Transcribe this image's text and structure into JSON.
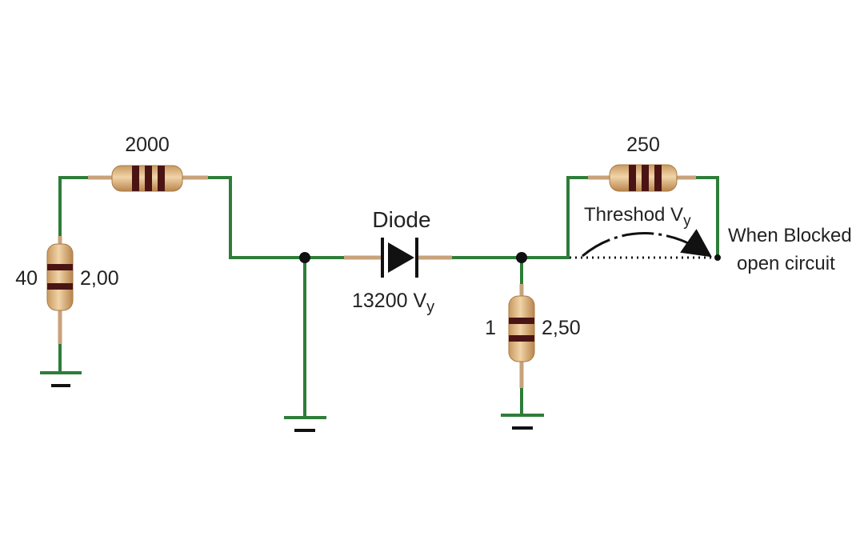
{
  "colors": {
    "wire": "#2e7d3a",
    "resistor_body": "#d9b58a",
    "resistor_band": "#4a1414",
    "lead": "#c8a27a",
    "node": "#111111",
    "text": "#222222"
  },
  "resistors": {
    "r_top_left": {
      "value": "2000"
    },
    "r_left_vertical": {
      "left_label": "40",
      "right_label": "2,00"
    },
    "r_right_top": {
      "value": "250"
    },
    "r_middle_vertical": {
      "left_label": "1",
      "right_label": "2,50"
    }
  },
  "diode": {
    "title": "Diode",
    "rating": "13200 V",
    "rating_sub": "y"
  },
  "annotation": {
    "threshold": "Threshod V",
    "threshold_sub": "y",
    "blocked_line1": "When Blocked",
    "blocked_line2": "open circuit"
  },
  "icons": [
    "ground-icon",
    "diode-icon",
    "junction-node-icon",
    "resistor-icon",
    "arrow-icon"
  ]
}
